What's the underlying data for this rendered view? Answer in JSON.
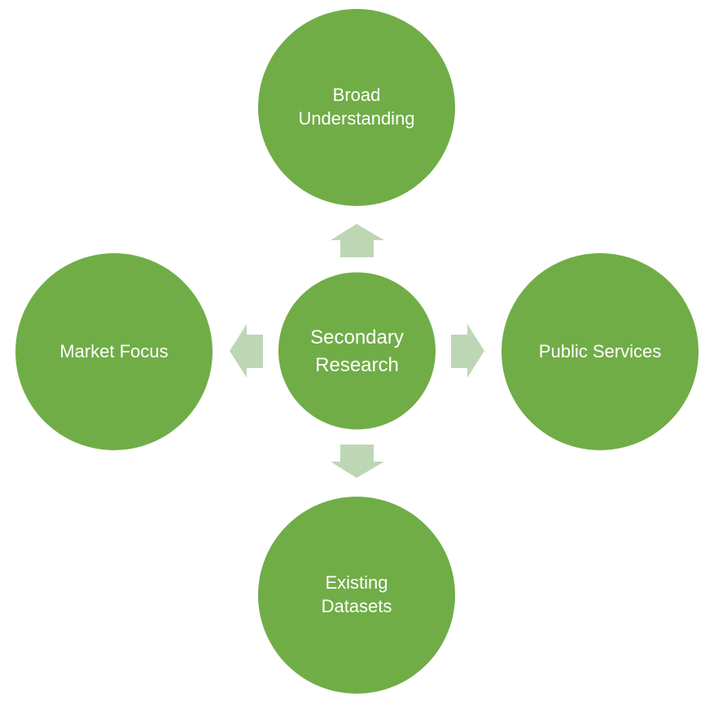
{
  "colors": {
    "node": "#70AD47",
    "arrow": "#BDD7B5",
    "text": "#FFFFFF"
  },
  "center": {
    "lines": [
      "Secondary",
      "Research"
    ]
  },
  "nodes": {
    "top": {
      "lines": [
        "Broad",
        "Understanding"
      ]
    },
    "left": {
      "lines": [
        "Market Focus"
      ]
    },
    "right": {
      "lines": [
        "Public Services"
      ]
    },
    "bottom": {
      "lines": [
        "Existing",
        "Datasets"
      ]
    }
  }
}
